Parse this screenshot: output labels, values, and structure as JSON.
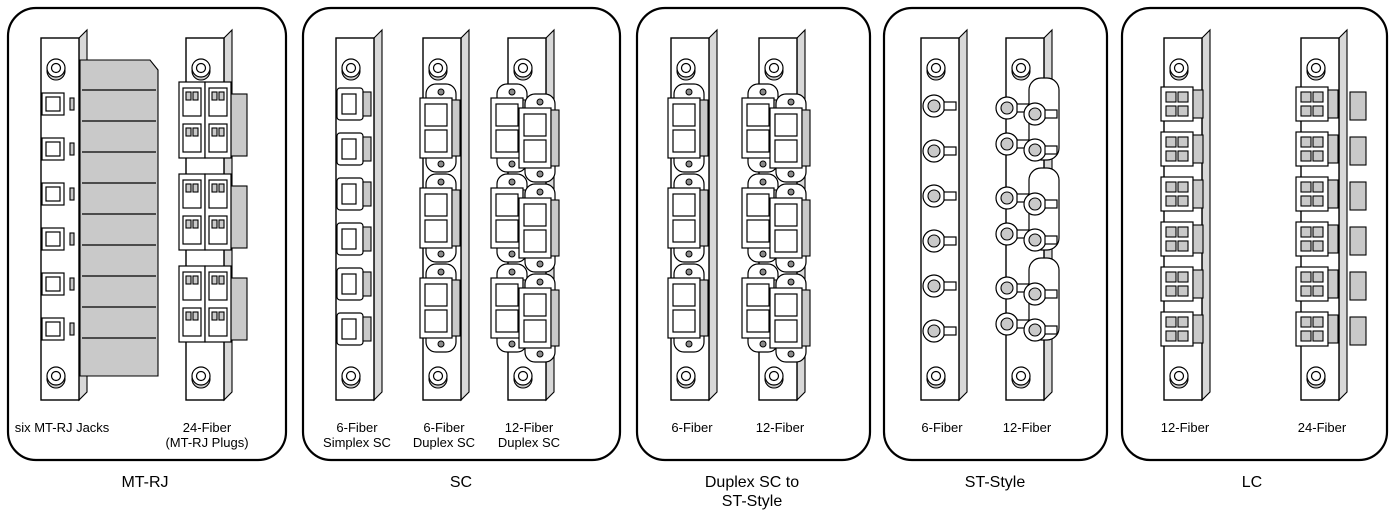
{
  "groups": [
    {
      "id": "mtrj",
      "name": [
        "MT-RJ"
      ],
      "panels": [
        {
          "kind": "mtrj-jacks",
          "caption": [
            "six MT-RJ Jacks"
          ]
        },
        {
          "kind": "mtrj-plugs",
          "caption": [
            "24-Fiber",
            "(MT-RJ Plugs)"
          ]
        }
      ]
    },
    {
      "id": "sc",
      "name": [
        "SC"
      ],
      "panels": [
        {
          "kind": "sc-simplex",
          "caption": [
            "6-Fiber",
            "Simplex SC"
          ]
        },
        {
          "kind": "sc-duplex",
          "caption": [
            "6-Fiber",
            "Duplex SC"
          ]
        },
        {
          "kind": "sc-duplex-12",
          "caption": [
            "12-Fiber",
            "Duplex SC"
          ]
        }
      ]
    },
    {
      "id": "sc-st",
      "name": [
        "Duplex SC to",
        "ST-Style"
      ],
      "panels": [
        {
          "kind": "sc-duplex",
          "caption": [
            "6-Fiber"
          ]
        },
        {
          "kind": "sc-duplex-12",
          "caption": [
            "12-Fiber"
          ]
        }
      ]
    },
    {
      "id": "st",
      "name": [
        "ST-Style"
      ],
      "panels": [
        {
          "kind": "st-6",
          "caption": [
            "6-Fiber"
          ]
        },
        {
          "kind": "st-12",
          "caption": [
            "12-Fiber"
          ]
        }
      ]
    },
    {
      "id": "lc",
      "name": [
        "LC"
      ],
      "panels": [
        {
          "kind": "lc-12",
          "caption": [
            "12-Fiber"
          ]
        },
        {
          "kind": "lc-24",
          "caption": [
            "24-Fiber"
          ]
        }
      ]
    }
  ]
}
